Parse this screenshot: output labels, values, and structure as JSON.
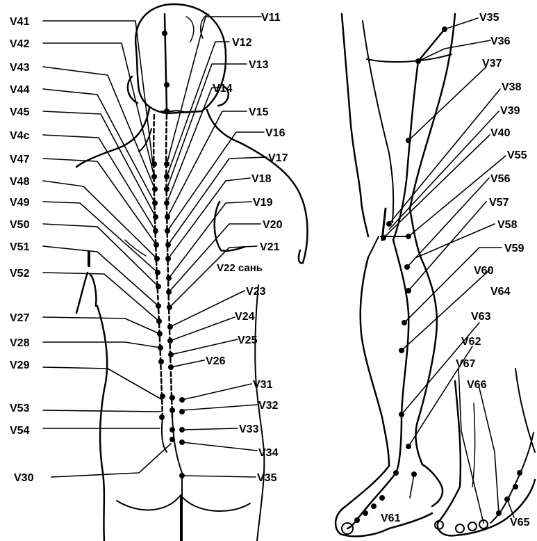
{
  "labels": {
    "V41": "V41",
    "V42": "V42",
    "V43": "V43",
    "V44": "V44",
    "V45": "V45",
    "V46": "V4с",
    "V47": "V47",
    "V48": "V48",
    "V49": "V49",
    "V50": "V50",
    "V51": "V51",
    "V52": "V52",
    "V27": "V27",
    "V28": "V28",
    "V29": "V29",
    "V53": "V53",
    "V54": "V54",
    "V30": "V30",
    "V11": "V11",
    "V12": "V12",
    "V13": "V13",
    "V14": "V14",
    "V15": "V15",
    "V16": "V16",
    "V17": "V17",
    "V18": "V18",
    "V19": "V19",
    "V20": "V20",
    "V21": "V21",
    "V22": "V22 сань",
    "V23": "V23",
    "V24": "V24",
    "V25": "V25",
    "V26": "V26",
    "V31": "V31",
    "V32": "V32",
    "V33": "V33",
    "V34": "V34",
    "V35b": "V35",
    "V35": "V35",
    "V36": "V36",
    "V37": "V37",
    "V38": "V38",
    "V39": "V39",
    "V40": "V40",
    "V55": "V55",
    "V56": "V56",
    "V57": "V57",
    "V58": "V58",
    "V59": "V59",
    "V60": "V60",
    "V64": "V64",
    "V63": "V63",
    "V62": "V62",
    "V67": "V67",
    "V66": "V66",
    "V61": "V61",
    "V65": "V65"
  },
  "colors": {
    "ink": "#000000",
    "paper": "#ffffff"
  }
}
